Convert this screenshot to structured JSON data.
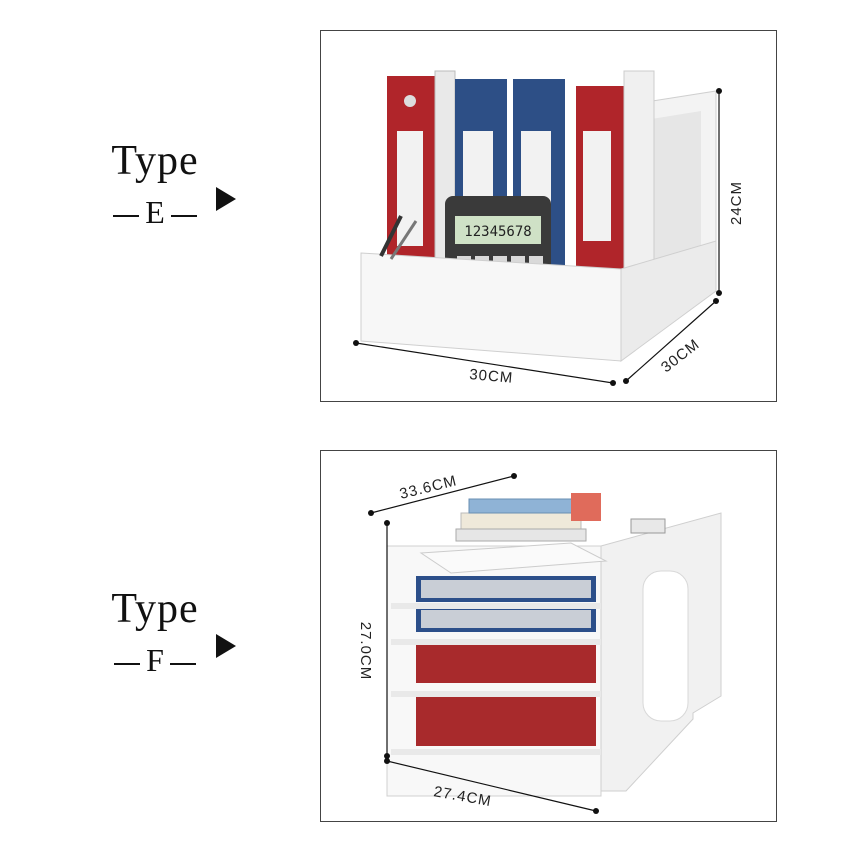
{
  "type_e": {
    "word": "Type",
    "letter": "E",
    "dimensions": {
      "width": "30CM",
      "depth": "30CM",
      "height": "24CM"
    },
    "calculator_display": "12345678"
  },
  "type_f": {
    "word": "Type",
    "letter": "F",
    "dimensions": {
      "top": "33.6CM",
      "height": "27.0CM",
      "width": "27.4CM"
    }
  },
  "colors": {
    "binder_red": "#b0252a",
    "binder_blue": "#2d4f86",
    "tray_blue": "#2c4f8a",
    "tray_red": "#a82a2c",
    "organizer_white": "#f4f4f4"
  }
}
